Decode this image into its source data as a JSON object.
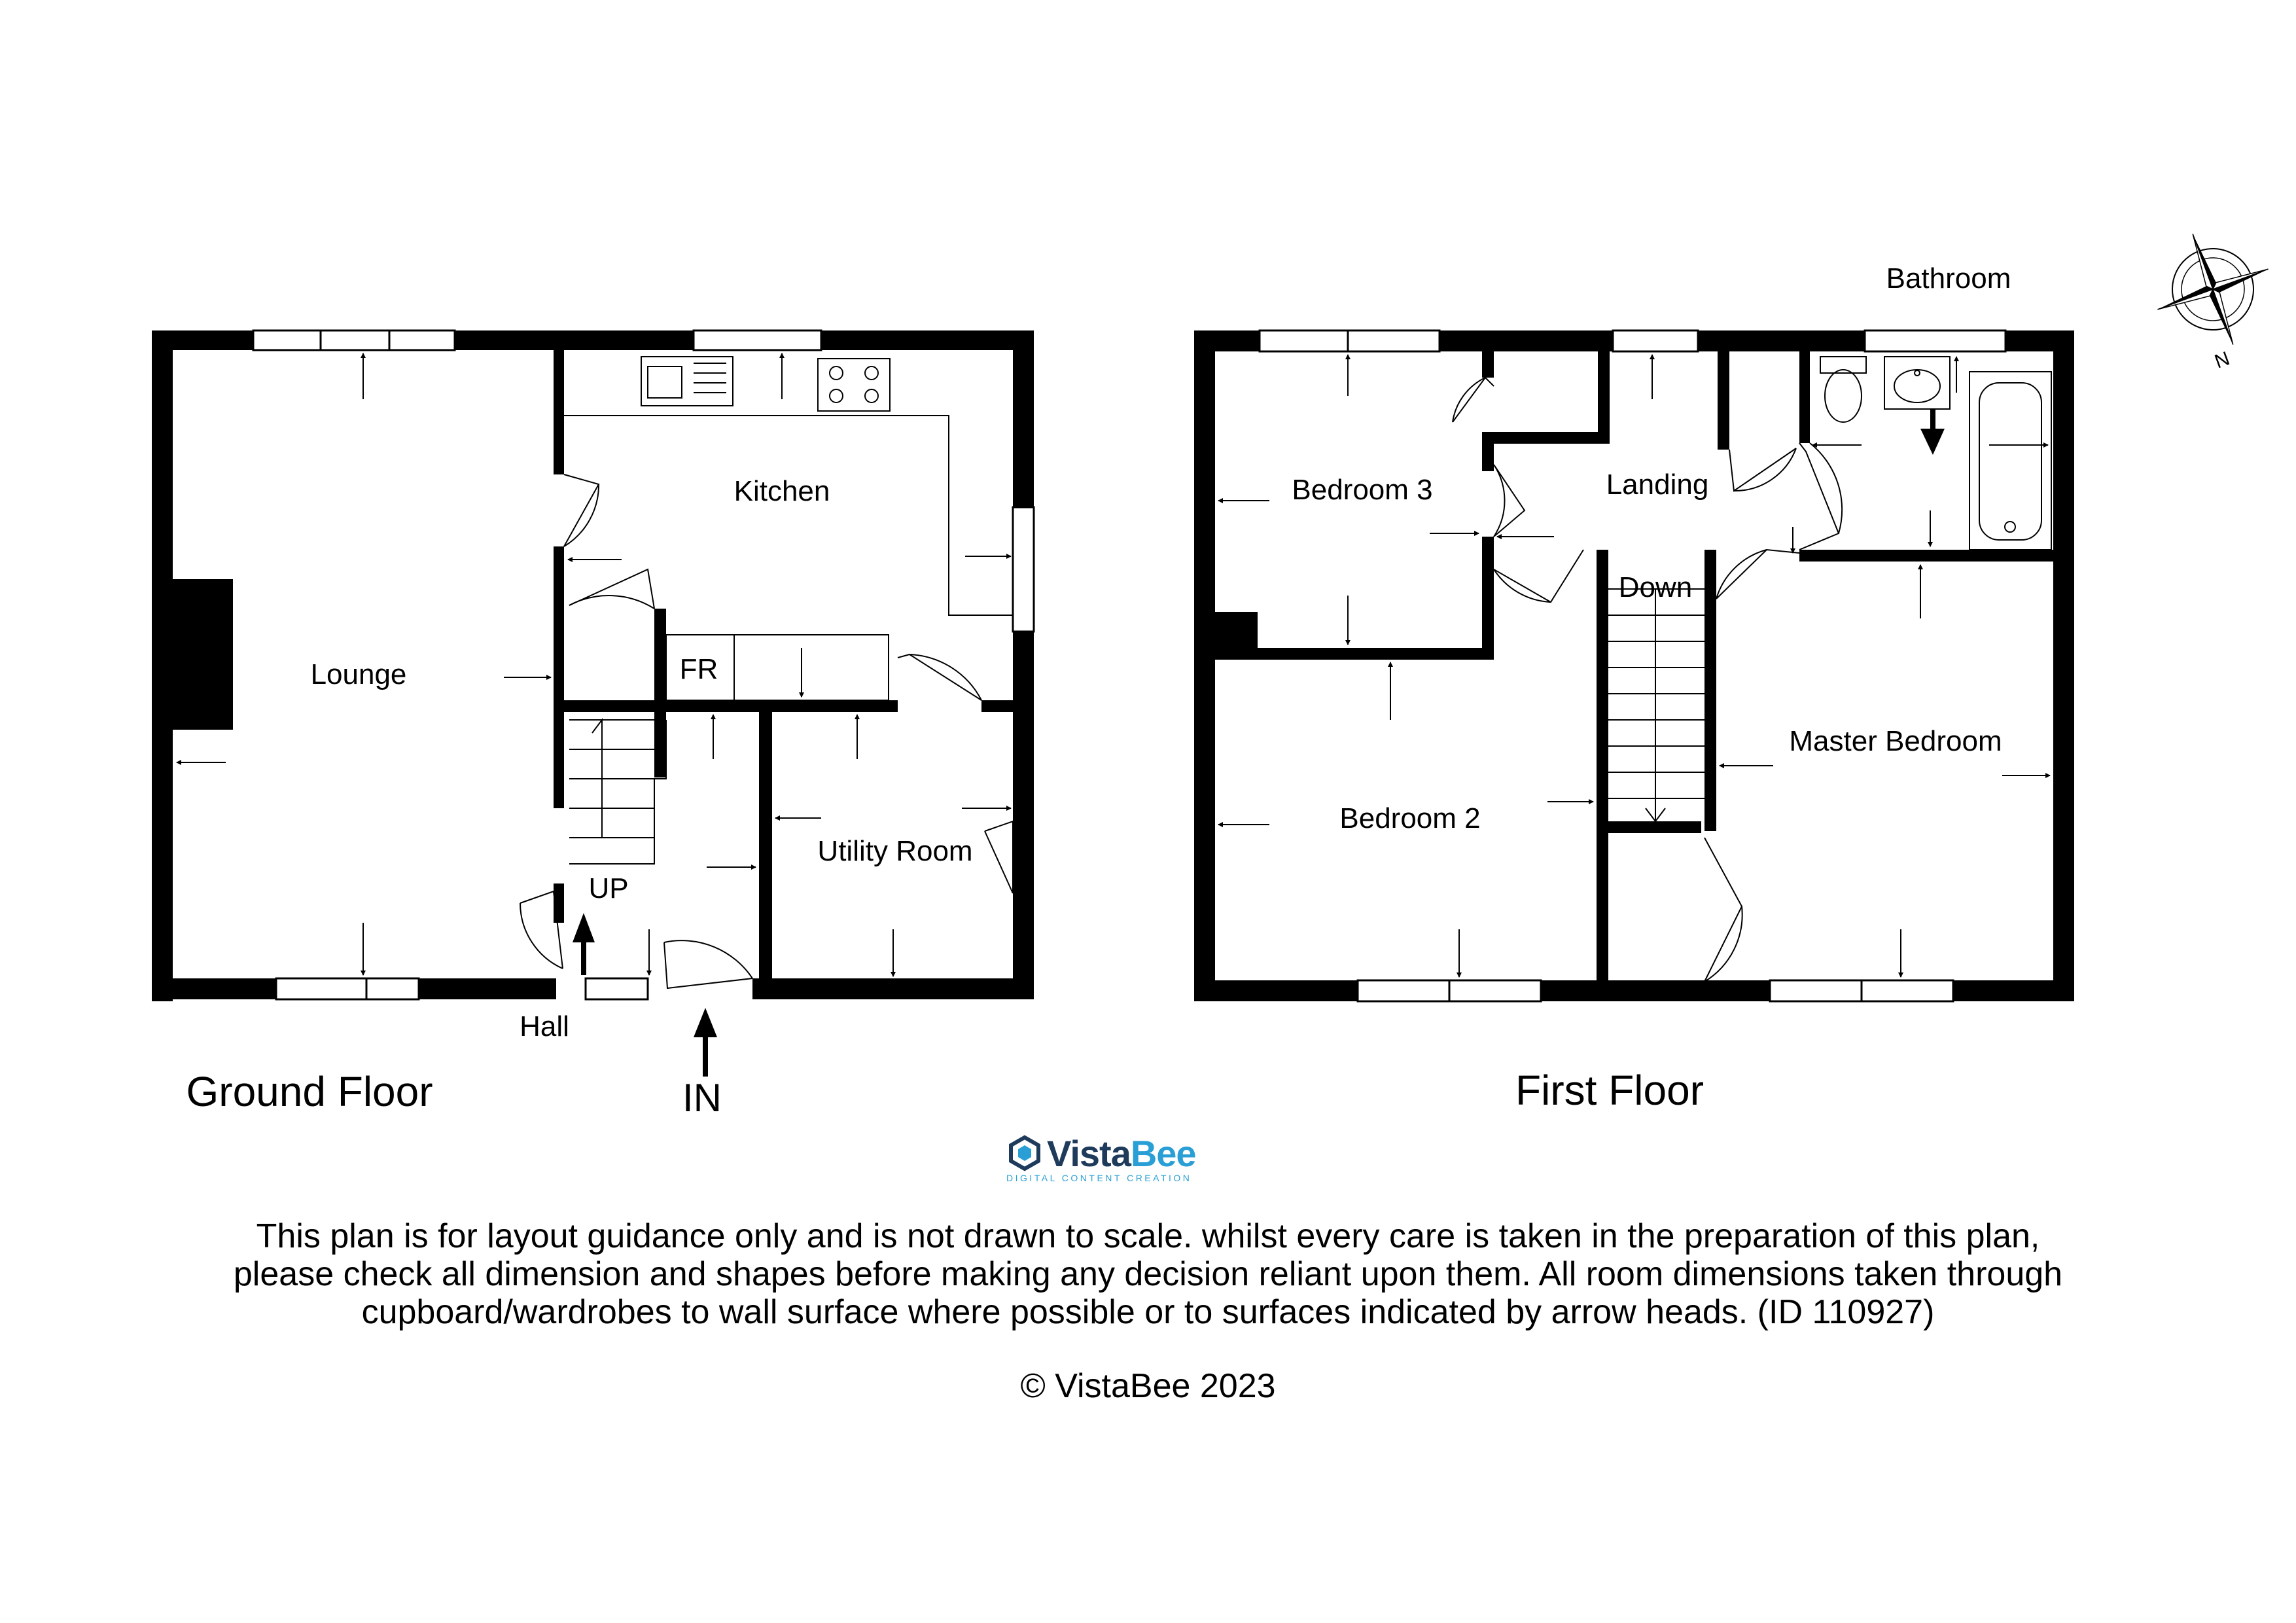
{
  "ground_floor": {
    "title": "Ground Floor",
    "rooms": {
      "lounge": "Lounge",
      "kitchen": "Kitchen",
      "fridge": "FR",
      "utility": "Utility Room",
      "hall": "Hall",
      "stairs_up": "UP"
    },
    "entrance": "IN"
  },
  "first_floor": {
    "title": "First Floor",
    "rooms": {
      "bathroom": "Bathroom",
      "bedroom3": "Bedroom 3",
      "landing": "Landing",
      "stairs_down": "Down",
      "bedroom2": "Bedroom 2",
      "master": "Master Bedroom"
    }
  },
  "compass": {
    "north_label": "N"
  },
  "logo": {
    "brand_part1": "Vista",
    "brand_part2": "Bee",
    "tagline": "DIGITAL CONTENT CREATION"
  },
  "disclaimer": {
    "line1": "This plan is for layout guidance only and is not drawn to scale. whilst every care is taken in the preparation of this plan,",
    "line2": "please check all dimension and shapes before making any decision reliant upon them. All room dimensions taken through",
    "line3": "cupboard/wardrobes to wall surface where possible or to surfaces indicated by arrow heads. (ID 110927)"
  },
  "copyright": "© VistaBee 2023",
  "colors": {
    "wall": "#000000",
    "logo_dark": "#1f3b5c",
    "logo_blue": "#2a9fd6"
  }
}
